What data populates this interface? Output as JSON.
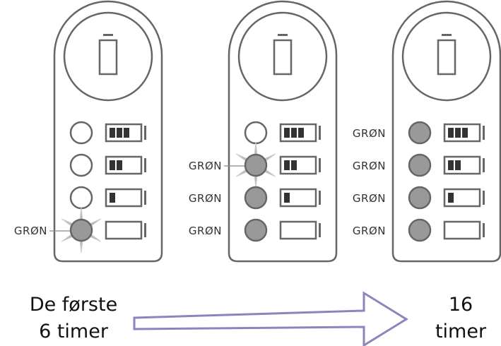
{
  "devices": [
    {
      "leds": [
        "off",
        "off",
        "off",
        "green"
      ],
      "blinking_led": 3,
      "labels": [
        "",
        "",
        "",
        "GRØN"
      ]
    },
    {
      "leds": [
        "off",
        "green",
        "green",
        "green"
      ],
      "blinking_led": 1,
      "labels": [
        "",
        "GRØN",
        "GRØN",
        "GRØN"
      ]
    },
    {
      "leds": [
        "green",
        "green",
        "green",
        "green"
      ],
      "blinking_led": null,
      "labels": [
        "GRØN",
        "GRØN",
        "GRØN",
        "GRØN"
      ]
    }
  ],
  "battery_levels": [
    3,
    2,
    1,
    0
  ],
  "captions": {
    "left_line1": "De første",
    "left_line2": "6 timer",
    "right_line1": "16",
    "right_line2": "timer"
  },
  "colors": {
    "outline": "#666666",
    "led_on": "#999999",
    "led_off": "#ffffff",
    "glow": "#bbbbbb",
    "arrow": "#8a86bd"
  }
}
